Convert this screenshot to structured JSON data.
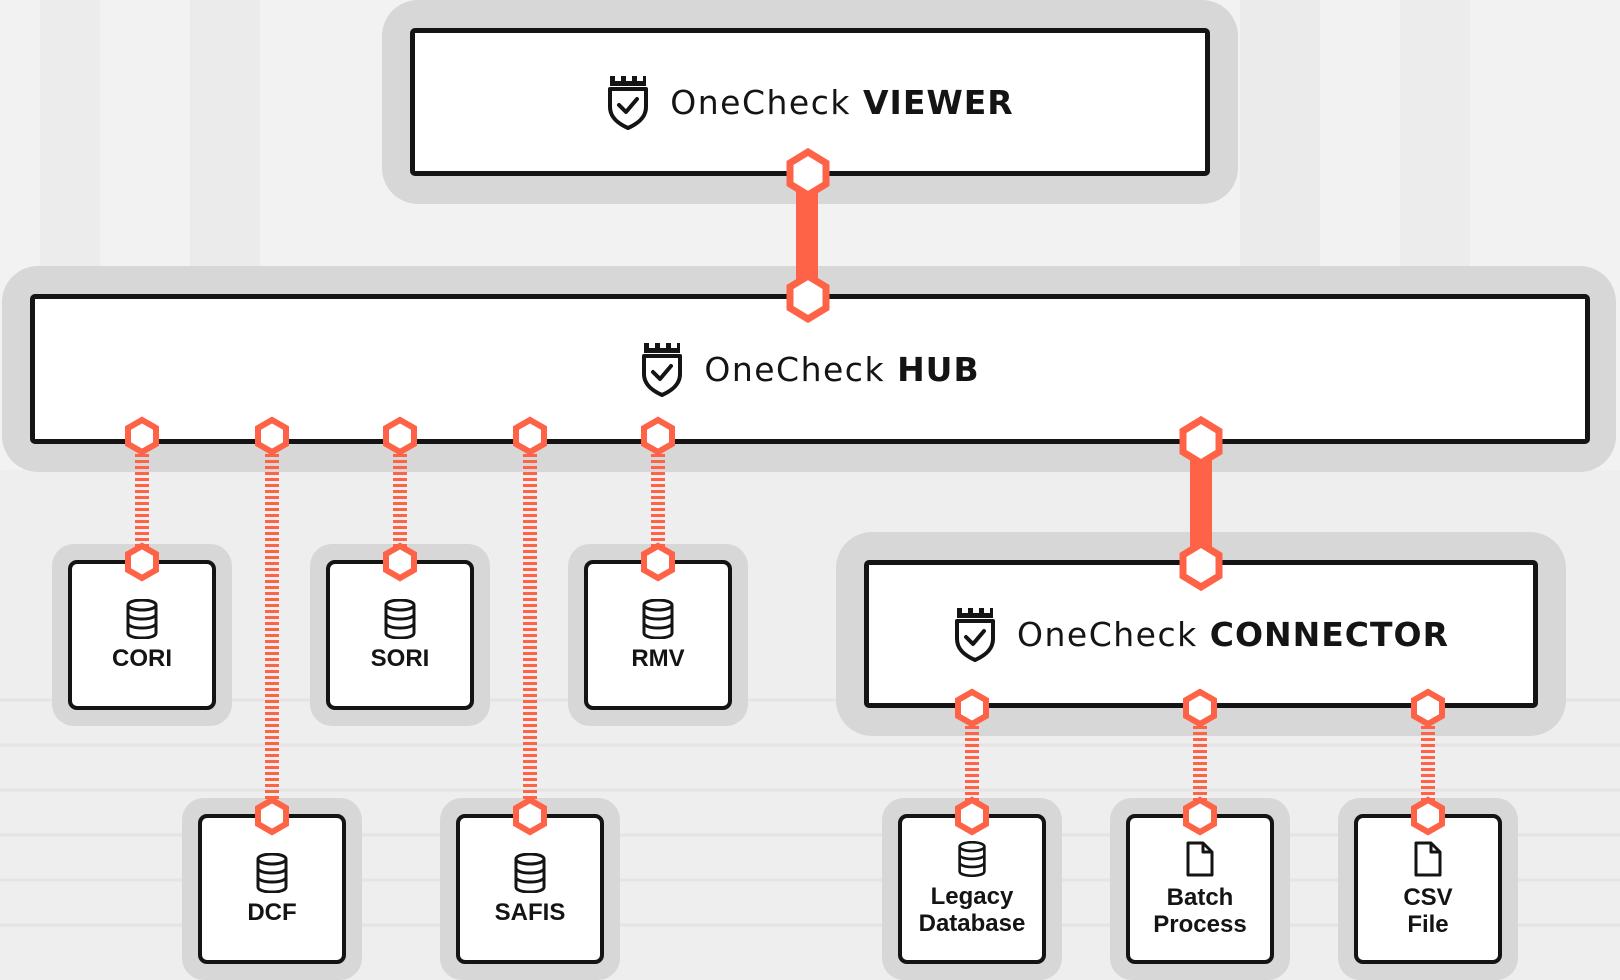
{
  "colors": {
    "accent": "#ff6347",
    "border": "#141414",
    "halo": "#d7d7d7",
    "background": "#f3f3f3"
  },
  "viewer": {
    "brand": "OneCheck",
    "name": "VIEWER",
    "icon": "shield-check-icon"
  },
  "hub": {
    "brand": "OneCheck",
    "name": "HUB",
    "icon": "shield-check-icon"
  },
  "connector": {
    "brand": "OneCheck",
    "name": "CONNECTOR",
    "icon": "shield-check-icon"
  },
  "sources": {
    "cori": {
      "label": "CORI",
      "icon": "database-icon"
    },
    "dcf": {
      "label": "DCF",
      "icon": "database-icon"
    },
    "sori": {
      "label": "SORI",
      "icon": "database-icon"
    },
    "safis": {
      "label": "SAFIS",
      "icon": "database-icon"
    },
    "rmv": {
      "label": "RMV",
      "icon": "database-icon"
    },
    "legacy_db": {
      "line1": "Legacy",
      "line2": "Database",
      "icon": "database-icon"
    },
    "batch": {
      "line1": "Batch",
      "line2": "Process",
      "icon": "file-icon"
    },
    "csv": {
      "line1": "CSV",
      "line2": "File",
      "icon": "file-icon"
    }
  },
  "connections": [
    {
      "from": "viewer",
      "to": "hub",
      "style": "solid"
    },
    {
      "from": "hub",
      "to": "connector",
      "style": "solid"
    },
    {
      "from": "hub",
      "to": "cori",
      "style": "dashed"
    },
    {
      "from": "hub",
      "to": "dcf",
      "style": "dashed"
    },
    {
      "from": "hub",
      "to": "sori",
      "style": "dashed"
    },
    {
      "from": "hub",
      "to": "safis",
      "style": "dashed"
    },
    {
      "from": "hub",
      "to": "rmv",
      "style": "dashed"
    },
    {
      "from": "connector",
      "to": "legacy_db",
      "style": "dashed"
    },
    {
      "from": "connector",
      "to": "batch",
      "style": "dashed"
    },
    {
      "from": "connector",
      "to": "csv",
      "style": "dashed"
    }
  ]
}
